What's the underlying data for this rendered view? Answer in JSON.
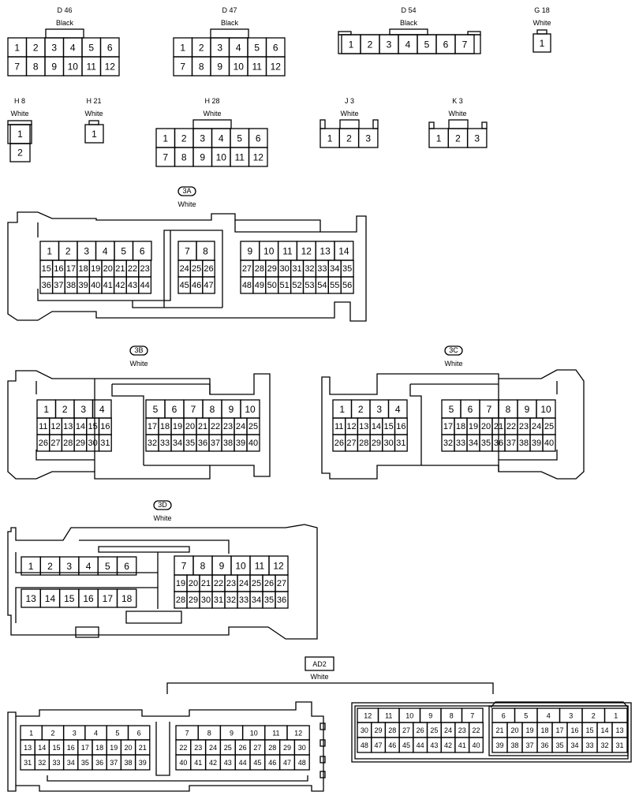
{
  "connectors": [
    {
      "id": "d46",
      "code": "D 46",
      "color": "Black",
      "rows": [
        [
          "1",
          "2",
          "3",
          "4",
          "5",
          "6"
        ],
        [
          "7",
          "8",
          "9",
          "10",
          "11",
          "12"
        ]
      ]
    },
    {
      "id": "d47",
      "code": "D 47",
      "color": "Black",
      "rows": [
        [
          "1",
          "2",
          "3",
          "4",
          "5",
          "6"
        ],
        [
          "7",
          "8",
          "9",
          "10",
          "11",
          "12"
        ]
      ]
    },
    {
      "id": "d54",
      "code": "D 54",
      "color": "Black",
      "rows": [
        [
          "1",
          "2",
          "3",
          "4",
          "5",
          "6",
          "7"
        ]
      ]
    },
    {
      "id": "g18",
      "code": "G 18",
      "color": "White",
      "rows": [
        [
          "1"
        ]
      ]
    },
    {
      "id": "h8",
      "code": "H 8",
      "color": "White",
      "rows": [
        [
          "1"
        ],
        [
          "2"
        ]
      ]
    },
    {
      "id": "h21",
      "code": "H 21",
      "color": "White",
      "rows": [
        [
          "1"
        ]
      ]
    },
    {
      "id": "h28",
      "code": "H 28",
      "color": "White",
      "rows": [
        [
          "1",
          "2",
          "3",
          "4",
          "5",
          "6"
        ],
        [
          "7",
          "8",
          "9",
          "10",
          "11",
          "12"
        ]
      ]
    },
    {
      "id": "j3",
      "code": "J 3",
      "color": "White",
      "rows": [
        [
          "1",
          "2",
          "3"
        ]
      ]
    },
    {
      "id": "k3",
      "code": "K 3",
      "color": "White",
      "rows": [
        [
          "1",
          "2",
          "3"
        ]
      ]
    },
    {
      "id": "c3a",
      "code": "3A",
      "color": "White",
      "blocks": [
        {
          "rows": [
            [
              "1",
              "2",
              "3",
              "4",
              "5",
              "6"
            ],
            [
              "15",
              "16",
              "17",
              "18",
              "19",
              "20",
              "21",
              "22",
              "23"
            ],
            [
              "36",
              "37",
              "38",
              "39",
              "40",
              "41",
              "42",
              "43",
              "44"
            ]
          ]
        },
        {
          "rows": [
            [
              "7",
              "8"
            ],
            [
              "24",
              "25",
              "26"
            ],
            [
              "45",
              "46",
              "47"
            ]
          ]
        },
        {
          "rows": [
            [
              "9",
              "10",
              "11",
              "12",
              "13",
              "14"
            ],
            [
              "27",
              "28",
              "29",
              "30",
              "31",
              "32",
              "33",
              "34",
              "35"
            ],
            [
              "48",
              "49",
              "50",
              "51",
              "52",
              "53",
              "54",
              "55",
              "56"
            ]
          ]
        }
      ]
    },
    {
      "id": "c3b",
      "code": "3B",
      "color": "White",
      "blocks": [
        {
          "rows": [
            [
              "1",
              "2",
              "3",
              "4"
            ],
            [
              "11",
              "12",
              "13",
              "14",
              "15",
              "16"
            ],
            [
              "26",
              "27",
              "28",
              "29",
              "30",
              "31"
            ]
          ]
        },
        {
          "rows": [
            [
              "5",
              "6",
              "7",
              "8",
              "9",
              "10"
            ],
            [
              "17",
              "18",
              "19",
              "20",
              "21",
              "22",
              "23",
              "24",
              "25"
            ],
            [
              "32",
              "33",
              "34",
              "35",
              "36",
              "37",
              "38",
              "39",
              "40"
            ]
          ]
        }
      ]
    },
    {
      "id": "c3c",
      "code": "3C",
      "color": "White",
      "blocks": [
        {
          "rows": [
            [
              "1",
              "2",
              "3",
              "4"
            ],
            [
              "11",
              "12",
              "13",
              "14",
              "15",
              "16"
            ],
            [
              "26",
              "27",
              "28",
              "29",
              "30",
              "31"
            ]
          ]
        },
        {
          "rows": [
            [
              "5",
              "6",
              "7",
              "8",
              "9",
              "10"
            ],
            [
              "17",
              "18",
              "19",
              "20",
              "21",
              "22",
              "23",
              "24",
              "25"
            ],
            [
              "32",
              "33",
              "34",
              "35",
              "36",
              "37",
              "38",
              "39",
              "40"
            ]
          ]
        }
      ]
    },
    {
      "id": "c3d",
      "code": "3D",
      "color": "White",
      "blocks": [
        {
          "rows": [
            [
              "1",
              "2",
              "3",
              "4",
              "5",
              "6"
            ]
          ]
        },
        {
          "rows": [
            [
              "13",
              "14",
              "15",
              "16",
              "17",
              "18"
            ]
          ]
        },
        {
          "rows": [
            [
              "7",
              "8",
              "9",
              "10",
              "11",
              "12"
            ],
            [
              "19",
              "20",
              "21",
              "22",
              "23",
              "24",
              "25",
              "26",
              "27"
            ],
            [
              "28",
              "29",
              "30",
              "31",
              "32",
              "33",
              "34",
              "35",
              "36"
            ]
          ]
        }
      ]
    },
    {
      "id": "ad2",
      "code": "AD2",
      "color": "White",
      "blocks": [
        {
          "rows": [
            [
              "1",
              "2",
              "3",
              "4",
              "5",
              "6"
            ],
            [
              "13",
              "14",
              "15",
              "16",
              "17",
              "18",
              "19",
              "20",
              "21"
            ],
            [
              "31",
              "32",
              "33",
              "34",
              "35",
              "36",
              "37",
              "38",
              "39"
            ]
          ]
        },
        {
          "rows": [
            [
              "7",
              "8",
              "9",
              "10",
              "11",
              "12"
            ],
            [
              "22",
              "23",
              "24",
              "25",
              "26",
              "27",
              "28",
              "29",
              "30"
            ],
            [
              "40",
              "41",
              "42",
              "43",
              "44",
              "45",
              "46",
              "47",
              "48"
            ]
          ]
        },
        {
          "rows": [
            [
              "12",
              "11",
              "10",
              "9",
              "8",
              "7"
            ],
            [
              "30",
              "29",
              "28",
              "27",
              "26",
              "25",
              "24",
              "23",
              "22"
            ],
            [
              "48",
              "47",
              "46",
              "45",
              "44",
              "43",
              "42",
              "41",
              "40"
            ]
          ]
        },
        {
          "rows": [
            [
              "6",
              "5",
              "4",
              "3",
              "2",
              "1"
            ],
            [
              "21",
              "20",
              "19",
              "18",
              "17",
              "16",
              "15",
              "14",
              "13"
            ],
            [
              "39",
              "38",
              "37",
              "36",
              "35",
              "34",
              "33",
              "32",
              "31"
            ]
          ]
        }
      ]
    }
  ]
}
